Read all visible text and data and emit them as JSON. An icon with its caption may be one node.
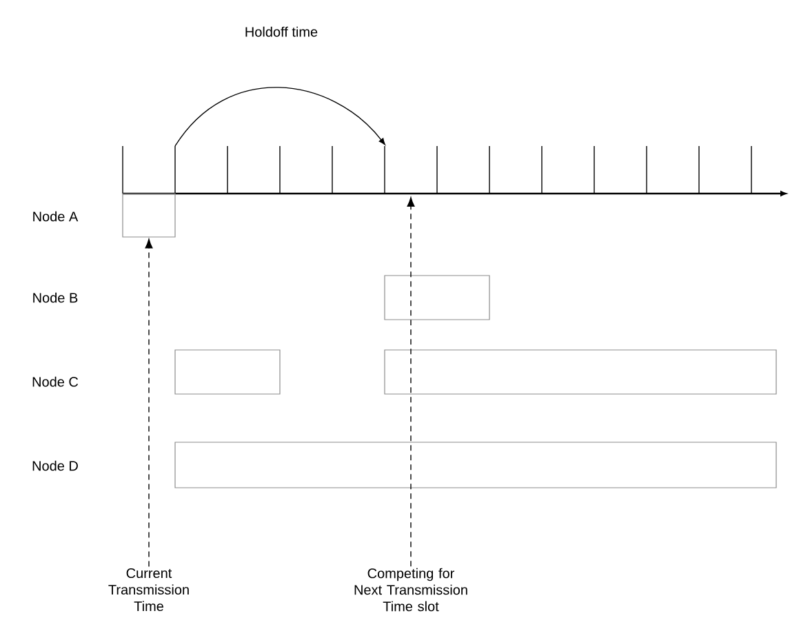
{
  "diagram": {
    "nodes": [
      {
        "text": [],
        "shape": "box"
      },
      {
        "text": [],
        "shape": "box"
      },
      {
        "text": [],
        "shape": "box"
      },
      {
        "text": [],
        "shape": "box"
      },
      {
        "text": [],
        "shape": "box"
      },
      {
        "text": [
          "Current Transmission Time"
        ]
      },
      {
        "text": [
          "Competing for Next Transmission Time slot"
        ]
      }
    ],
    "edges": [
      {
        "from": 5,
        "to": 0,
        "arrow": "to",
        "style": "dashed"
      },
      {
        "from": 6,
        "to": null,
        "arrow": "to",
        "style": "dashed"
      }
    ],
    "labels": [
      "Holdoff time",
      "Node A",
      "Node B",
      "Node C",
      "Node D"
    ]
  }
}
